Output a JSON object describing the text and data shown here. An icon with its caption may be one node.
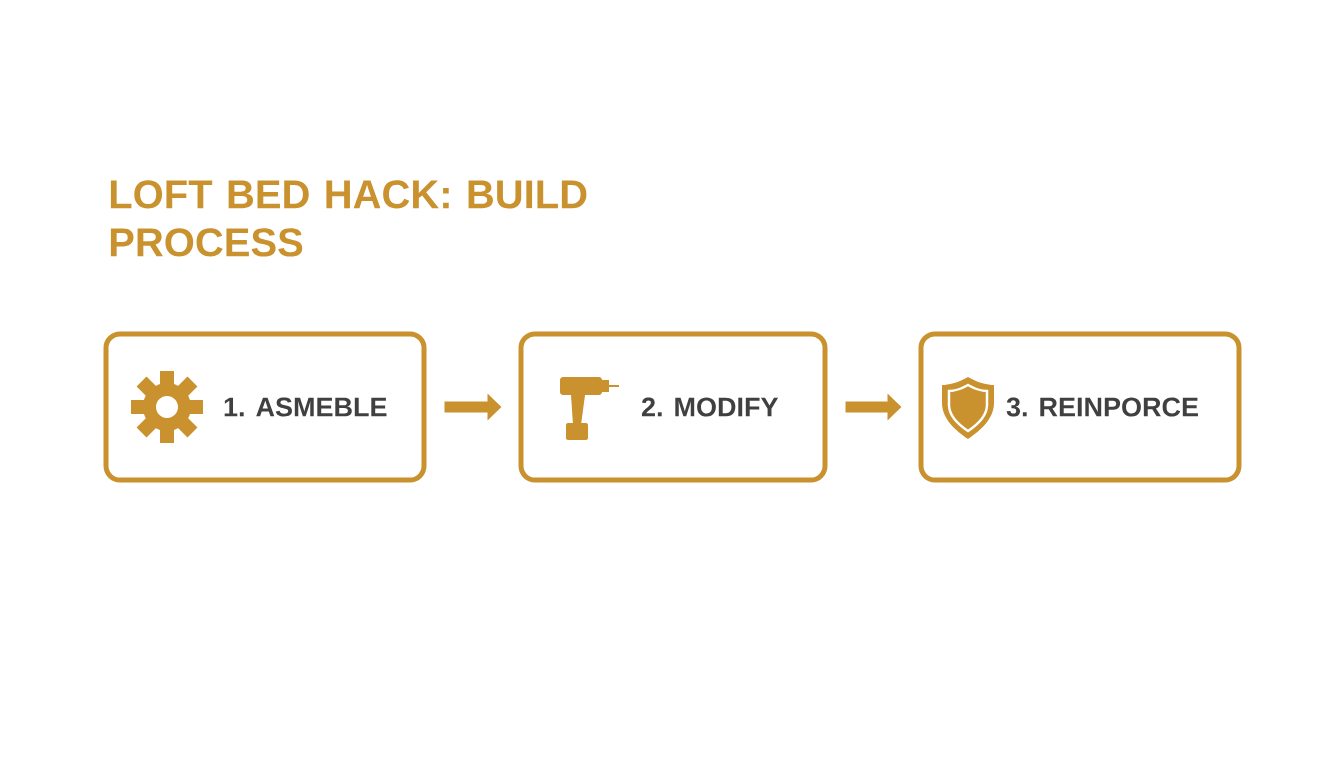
{
  "diagram": {
    "title": "LOFT BED HACK: BUILD PROCESS",
    "nodes": [
      {
        "text": [
          "1. ASMEBLE"
        ]
      },
      {
        "text": [
          "2. MODIFY"
        ]
      },
      {
        "text": [
          "3. REINPORCE"
        ]
      }
    ],
    "edges": [
      {
        "from": 0,
        "to": 1,
        "arrow": "to"
      },
      {
        "from": 1,
        "to": 2,
        "arrow": "to"
      }
    ]
  }
}
